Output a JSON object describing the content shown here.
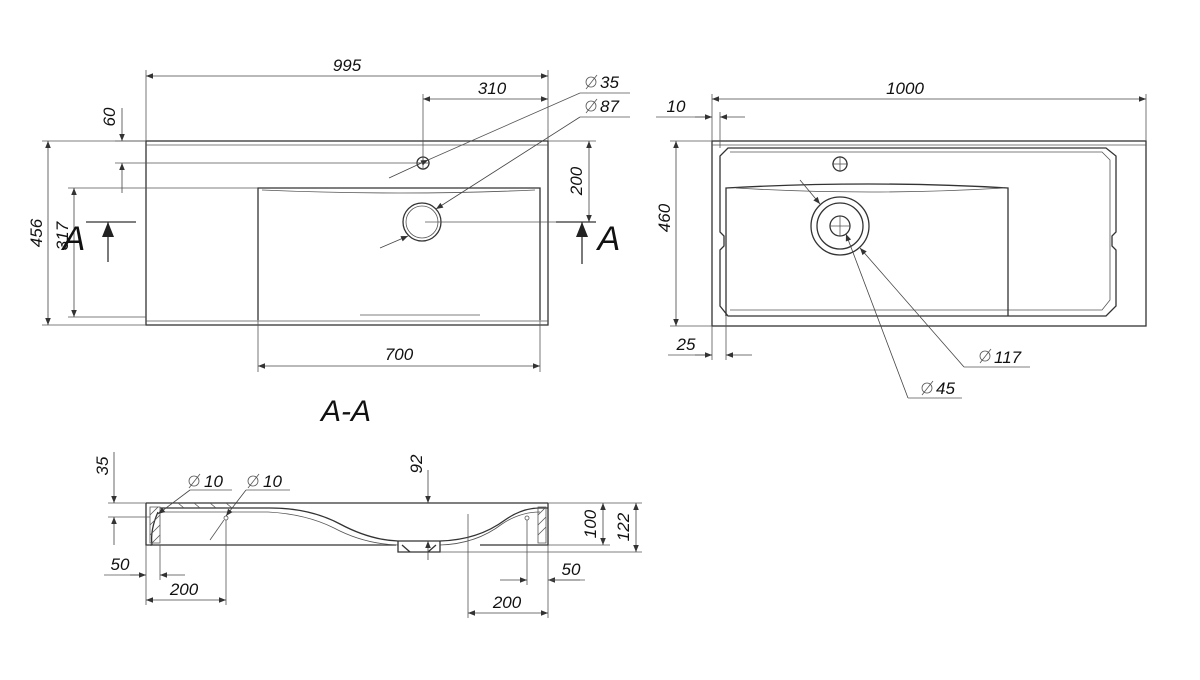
{
  "top_view": {
    "overall_width": "995",
    "tap_offset": "310",
    "tap_hole": "35",
    "drain_hole": "87",
    "rim_offset": "60",
    "overall_depth": "456",
    "basin_depth": "317",
    "drain_offset": "200",
    "basin_width": "700",
    "section_mark": "A"
  },
  "side_view": {
    "overall_width": "1000",
    "wall": "10",
    "depth": "460",
    "edge": "25",
    "outer_ring": "117",
    "drain": "45"
  },
  "section_view": {
    "title": "A-A",
    "lip": "35",
    "hole_left": "10",
    "hole_right": "10",
    "bowl_depth": "92",
    "height_inner": "100",
    "height_total": "122",
    "left_edge": "50",
    "left_span": "200",
    "right_edge": "50",
    "right_span": "200"
  }
}
